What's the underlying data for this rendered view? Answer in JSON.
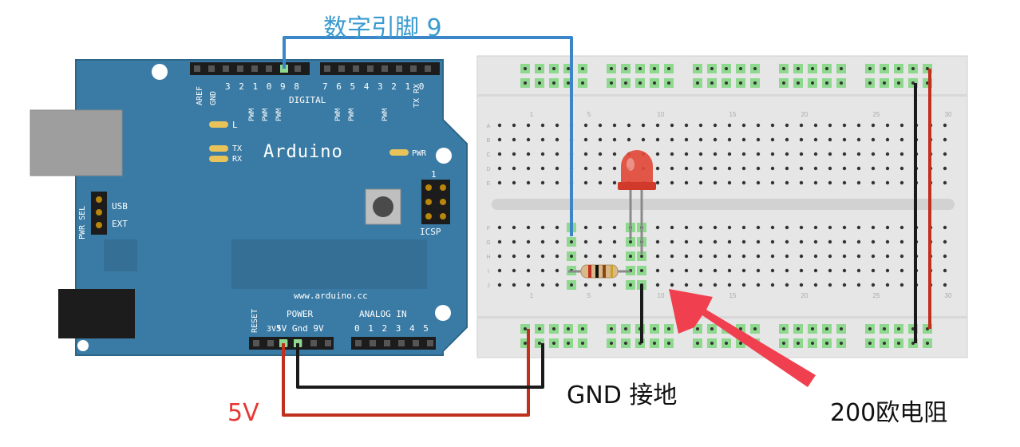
{
  "labels": {
    "digital_pin": "数字引脚 9",
    "ground": "GND 接地",
    "five_volt": "5V",
    "resistor": "200欧电阻"
  },
  "arduino": {
    "brand": "Arduino",
    "website": "www.arduino.cc",
    "digital_header": "DIGITAL",
    "pin_numbers_left": "3 2 1 0 9 8",
    "pin_numbers_right": "7 6 5 4 3 2 1 0",
    "aref": "AREF",
    "gnd": "GND",
    "tx_rx": "TX RX",
    "pwm": "PWM",
    "l_led": "L",
    "tx_led": "TX",
    "rx_led": "RX",
    "pwr_led": "PWR",
    "usb": "USB",
    "ext": "EXT",
    "pwr_sel": "PWR SEL",
    "icsp": "ICSP",
    "icsp_pin": "1",
    "reset": "RESET",
    "v3": "3V3",
    "power": "POWER",
    "power_pins": "5V Gnd 9V",
    "analog_in": "ANALOG IN",
    "analog_pins": "0 1 2 3 4 5"
  },
  "breadboard": {
    "col_numbers": [
      "1",
      "5",
      "10",
      "15",
      "20",
      "25",
      "30"
    ],
    "row_letters_top": [
      "A",
      "B",
      "C",
      "D",
      "E"
    ],
    "row_letters_bottom": [
      "F",
      "G",
      "H",
      "I",
      "J"
    ]
  },
  "colors": {
    "wire_signal": "#3a86c8",
    "wire_power": "#c0301e",
    "wire_ground": "#1a1a1a",
    "label_signal": "#3a9bd0",
    "label_power": "#e53935",
    "arrow": "#f0404f",
    "board": "#3a7ba5",
    "breadboard": "#e6e6e6",
    "hole_highlight": "#8fd98f"
  }
}
